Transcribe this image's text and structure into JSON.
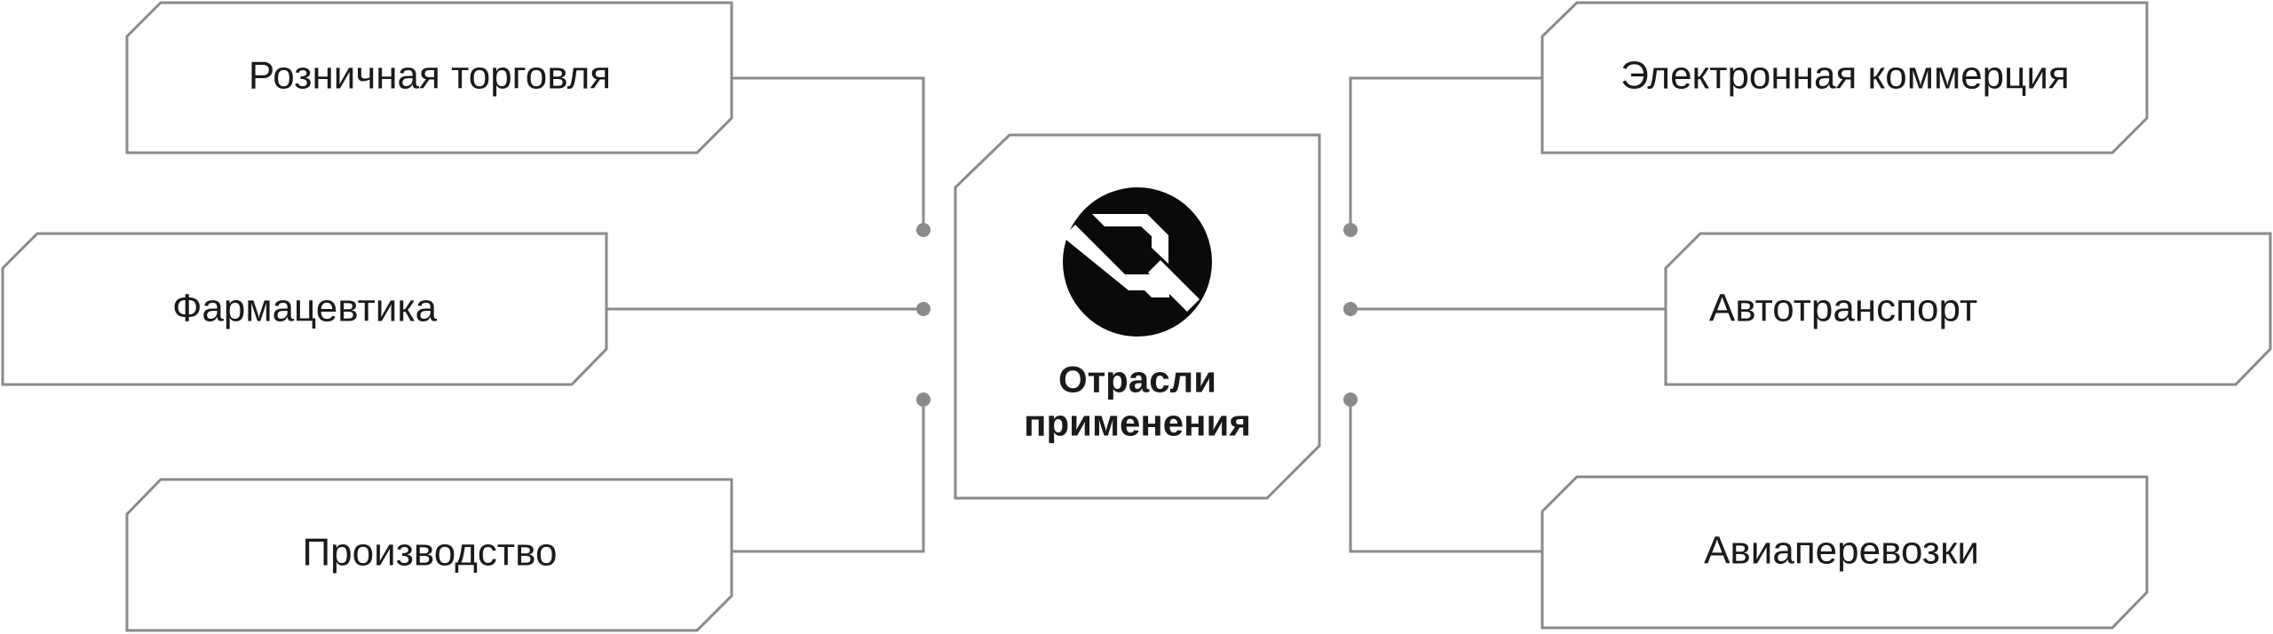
{
  "center": {
    "title_line1": "Отрасли",
    "title_line2": "применения",
    "icon": "industry-logo-icon"
  },
  "industries_left": [
    {
      "label": "Розничная торговля"
    },
    {
      "label": "Фармацевтика"
    },
    {
      "label": "Производство"
    }
  ],
  "industries_right": [
    {
      "label": "Электронная коммерция"
    },
    {
      "label": "Автотранспорт"
    },
    {
      "label": "Авиаперевозки"
    }
  ],
  "colors": {
    "stroke": "#8a8a8c",
    "text": "#1a1a1a",
    "icon": "#0a0a0a",
    "background": "#ffffff"
  }
}
